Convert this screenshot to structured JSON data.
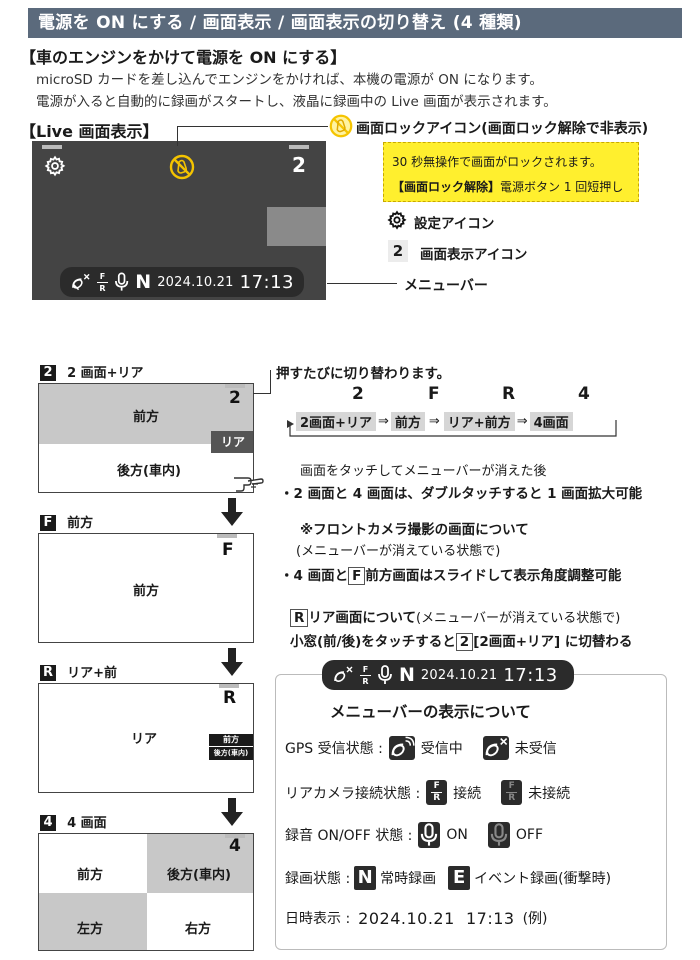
{
  "header_title": "電源を ON にする / 画面表示 / 画面表示の切り替え (4 種類)",
  "section1": {
    "heading": "【車のエンジンをかけて電源を ON にする】",
    "line1": "microSD カードを差し込んでエンジンをかければ、本機の電源が ON になります。",
    "line2": "電源が入ると自動的に録画がスタートし、液晶に録画中の Live 画面が表示されます。"
  },
  "live": {
    "heading": "【Live 画面表示】",
    "screen_number": "2",
    "datetime": "2024.10.21",
    "time": "17:13",
    "menubar_n": "N",
    "frac_top": "F",
    "frac_bottom": "R"
  },
  "callouts": {
    "lock_title": "画面ロックアイコン(画面ロック解除で非表示)",
    "lock_line1": "30 秒無操作で画面がロックされます。",
    "lock_line2_bold": "【画面ロック解除】",
    "lock_line2_rest": "電源ボタン 1 回短押し",
    "settings_label": "設定アイコン",
    "screen_num_badge": "2",
    "screen_num_label": "画面表示アイコン",
    "menubar_label": "メニューバー"
  },
  "modes": {
    "m1": {
      "badge": "2",
      "title": "2 画面+リア",
      "corner": "2",
      "front": "前方",
      "rear_label": "リア",
      "rear": "後方(車内)"
    },
    "m2": {
      "badge": "F",
      "title": "前方",
      "corner": "F",
      "front": "前方"
    },
    "m3": {
      "badge": "R",
      "title": "リア+前",
      "corner": "R",
      "main": "リア",
      "mini_top": "前方",
      "mini_bottom": "後方(車内)"
    },
    "m4": {
      "badge": "4",
      "title": "4 画面",
      "corner": "4",
      "q1": "前方",
      "q2": "後方(車内)",
      "q3": "左方",
      "q4": "右方"
    }
  },
  "cycle": {
    "intro": "押すたびに切り替わります。",
    "codes": [
      "2",
      "F",
      "R",
      "4"
    ],
    "step1": "2画面+リア",
    "step2": "前方",
    "step3": "リア+前方",
    "step4": "4画面",
    "arrow": "⇒"
  },
  "notes": {
    "n1_line1": "画面をタッチしてメニューバーが消えた後",
    "n1_line2": "・2 画面と 4 画面は、ダブルタッチすると 1 画面拡大可能",
    "n2_line1": "※フロントカメラ撮影の画面について",
    "n2_line2": "(メニューバーが消えている状態で)",
    "n2_line3_a": "・4 画面と",
    "n2_line3_badge": "F",
    "n2_line3_b": "前方画面はスライドして表示角度調整可能",
    "n3_badge": "R",
    "n3_line1_bold": "リア画面について",
    "n3_line1_rest": "(メニューバーが消えている状態で)",
    "n3_line2_a": "小窓(前/後)をタッチすると",
    "n3_line2_badge": "2",
    "n3_line2_b": "[2画面+リア] に切替わる"
  },
  "legend": {
    "title": "メニューバーの表示について",
    "gps_label": "GPS 受信状態 :",
    "gps_on": "受信中",
    "gps_off": "未受信",
    "rear_label": "リアカメラ接続状態 :",
    "rear_on": "接続",
    "rear_off": "未接続",
    "rec_label": "録音 ON/OFF 状態 :",
    "rec_on": "ON",
    "rec_off": "OFF",
    "mode_label": "録画状態 :",
    "mode_n": "N",
    "mode_n_text": "常時録画",
    "mode_e": "E",
    "mode_e_text": "イベント録画(衝撃時)",
    "dt_label": "日時表示 :",
    "dt_value": "2024.10.21  17:13",
    "dt_example": "(例)"
  },
  "colors": {
    "title_bar": "#5b6a7c",
    "yellow": "#ffef2e",
    "lock_icon": "#f5c400"
  }
}
